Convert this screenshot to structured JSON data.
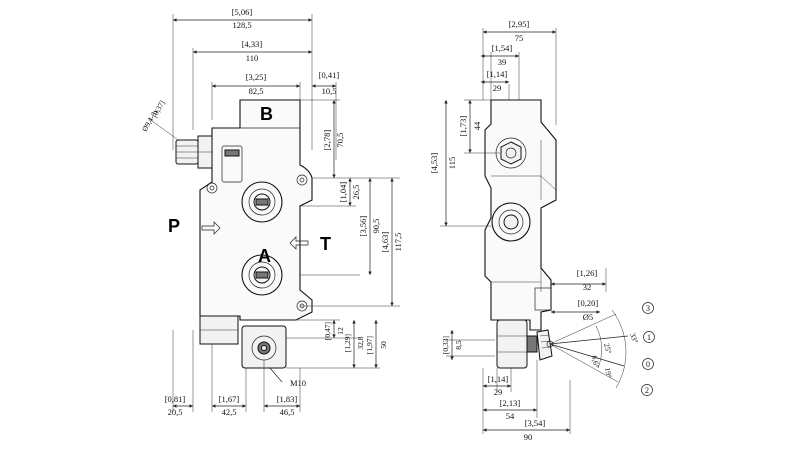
{
  "ports": {
    "b": "B",
    "p": "P",
    "t": "T",
    "a": "A"
  },
  "front_view": {
    "top_dims": [
      {
        "inch": "[5,06]",
        "mm": "128,5"
      },
      {
        "inch": "[4,33]",
        "mm": "110"
      },
      {
        "inch": "[3,25]",
        "mm": "82,5"
      },
      {
        "inch": "[0,41]",
        "mm": "10,5"
      }
    ],
    "fitting": {
      "inch": "[0,37]",
      "spec": "Ø9,4-3x"
    },
    "right_dims": [
      {
        "inch": "[2,78]",
        "mm": "70,5"
      },
      {
        "inch": "[1,04]",
        "mm": "26,5"
      },
      {
        "inch": "[3,56]",
        "mm": "90,5"
      },
      {
        "inch": "[4,63]",
        "mm": "117,5"
      },
      {
        "inch": "[0,47]",
        "mm": "12"
      },
      {
        "inch": "[1,29]",
        "mm": "32,8"
      },
      {
        "inch": "[1,97]",
        "mm": "50"
      }
    ],
    "bottom_dims": [
      {
        "inch": "[0,81]",
        "mm": "20,5"
      },
      {
        "inch": "[1,67]",
        "mm": "42,5"
      },
      {
        "inch": "[1,83]",
        "mm": "46,5"
      }
    ],
    "thread": "M10"
  },
  "side_view": {
    "top_dims": [
      {
        "inch": "[2,95]",
        "mm": "75"
      },
      {
        "inch": "[1,54]",
        "mm": "39"
      },
      {
        "inch": "[1,14]",
        "mm": "29"
      }
    ],
    "left_dims": [
      {
        "inch": "[1,73]",
        "mm": "44"
      },
      {
        "inch": "[4,53]",
        "mm": "115"
      },
      {
        "inch": "[0,33]",
        "mm": "8,5"
      }
    ],
    "right_dims": [
      {
        "inch": "[1,26]",
        "mm": "32"
      },
      {
        "inch": "[0,20]",
        "mm": "Ø5"
      }
    ],
    "bottom_dims": [
      {
        "inch": "[1,14]",
        "mm": "29"
      },
      {
        "inch": "[2,13]",
        "mm": "54"
      },
      {
        "inch": "[3,54]",
        "mm": "90"
      }
    ],
    "angles": [
      "33°",
      "25°",
      "6,6°",
      "19°"
    ],
    "positions": [
      "3",
      "1",
      "0",
      "2"
    ]
  }
}
